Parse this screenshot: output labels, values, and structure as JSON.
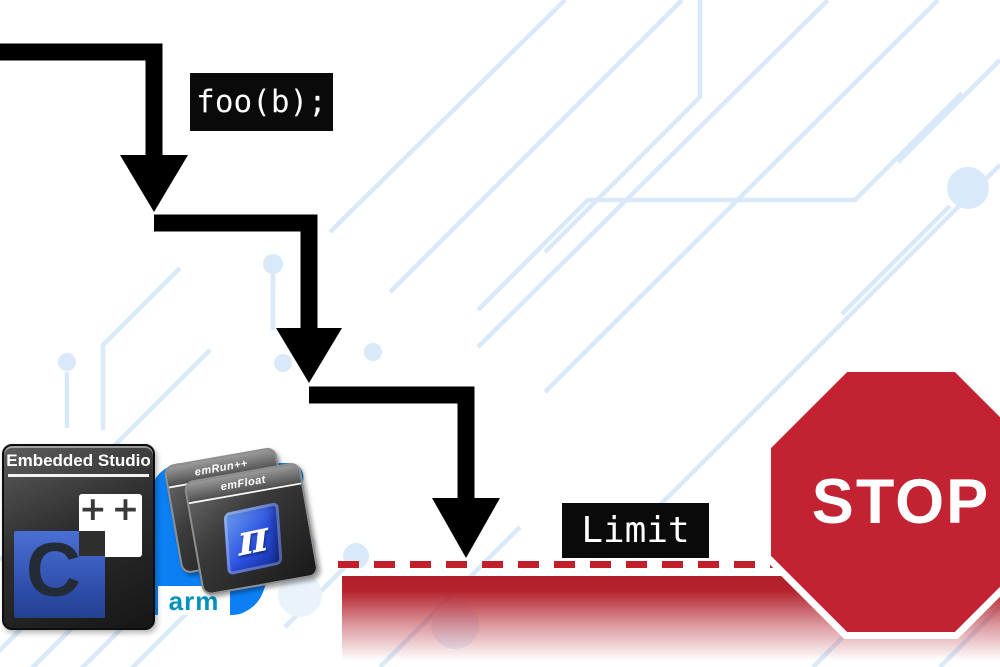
{
  "labels": {
    "function_call": "foo(b);",
    "limit": "Limit",
    "stop": "STOP"
  },
  "embedded_studio": {
    "title": "Embedded Studio",
    "icon_plus": "++",
    "icon_letter": "C"
  },
  "chips": {
    "back_label": "emRun++",
    "front_label": "emFloat",
    "pi_symbol": "π"
  },
  "arm_logo": {
    "text": "arm"
  },
  "colors": {
    "stop_sign_red": "#C22232",
    "limit_zone_red": "#B01F2A",
    "dashed_line_red": "#C1202B",
    "badge_blue": "#0B80F5",
    "arm_blue": "#0091BD",
    "circuit_trace_blue": "#D9E9F9",
    "arrow_black": "#000000",
    "es_icon_blue": "#3A5FC8"
  }
}
